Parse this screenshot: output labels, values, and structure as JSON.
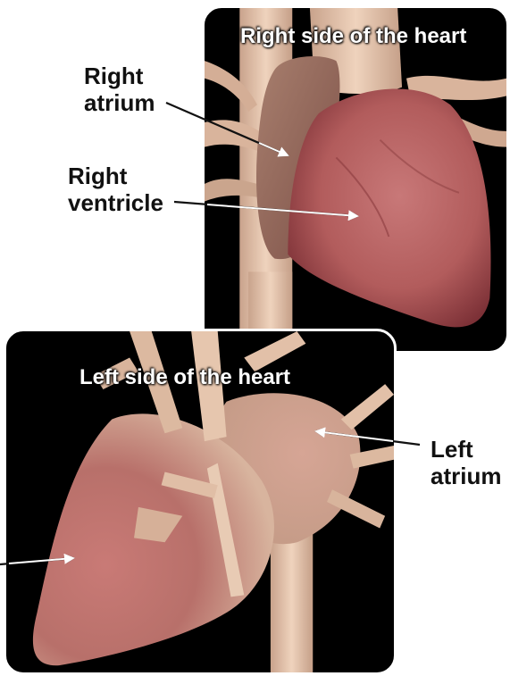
{
  "panels": {
    "right": {
      "title": "Right side of the heart"
    },
    "left": {
      "title": "Left side of the heart"
    }
  },
  "labels": {
    "right_atrium": {
      "line1": "Right",
      "line2": "atrium"
    },
    "right_ventricle": {
      "line1": "Right",
      "line2": "ventricle"
    },
    "left_atrium": {
      "line1": "Left",
      "line2": "atrium"
    }
  },
  "colors": {
    "background": "#ffffff",
    "panel": "#000000",
    "muscle": "#b45a5a",
    "vessel": "#e8c7ae",
    "label_text": "#111111",
    "title_text": "#ffffff"
  }
}
